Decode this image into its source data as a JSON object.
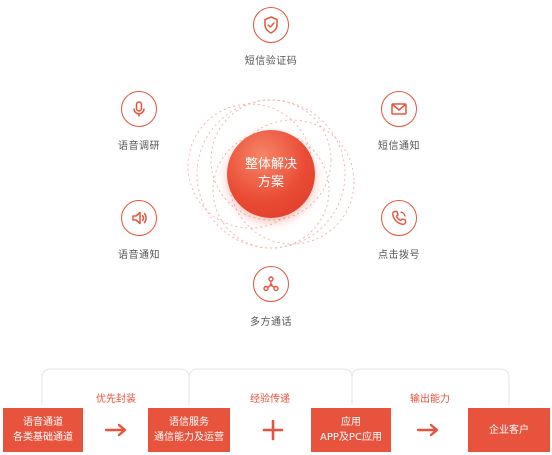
{
  "center": {
    "line1": "整体解决",
    "line2": "方案"
  },
  "nodes": {
    "sms_verify": "短信验证码",
    "voice_survey": "语音调研",
    "sms_notify": "短信通知",
    "voice_notify": "语音通知",
    "click_to_dial": "点击拨号",
    "multi_party": "多方通话"
  },
  "icons": {
    "sms_verify": "shield-check-icon",
    "voice_survey": "microphone-icon",
    "sms_notify": "envelope-icon",
    "voice_notify": "speaker-icon",
    "click_to_dial": "phone-icon",
    "multi_party": "network-icon"
  },
  "flow": {
    "brackets": [
      "优先封装",
      "经验传递",
      "输出能力"
    ],
    "boxes": [
      {
        "line1": "语音通道",
        "line2": "各类基础通道"
      },
      {
        "line1": "语信服务",
        "line2": "通信能力及运营"
      },
      {
        "line1": "应用",
        "line2": "APP及PC应用"
      },
      {
        "line1": "企业客户",
        "line2": ""
      }
    ],
    "connectors": [
      "arrow",
      "plus",
      "arrow"
    ]
  },
  "colors": {
    "accent": "#e8533d",
    "text": "#555555",
    "ring": "#f2b8ad"
  }
}
